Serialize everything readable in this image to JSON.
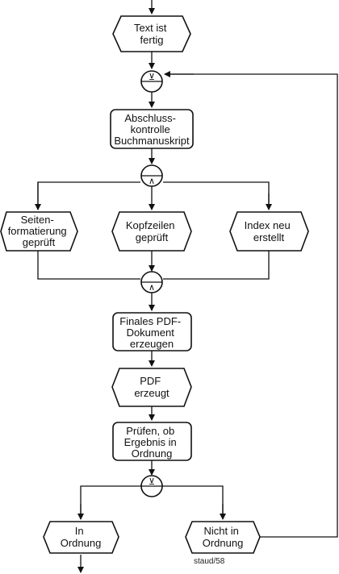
{
  "events": {
    "text_fertig": [
      "Text ist",
      "fertig"
    ],
    "seitenformatierung": [
      "Seiten-",
      "formatierung",
      "geprüft"
    ],
    "kopfzeilen": [
      "Kopfzeilen",
      "geprüft"
    ],
    "index": [
      "Index neu",
      "erstellt"
    ],
    "pdf_erzeugt": [
      "PDF",
      "erzeugt"
    ],
    "in_ordnung": [
      "In",
      "Ordnung"
    ],
    "nicht_in_ordnung": [
      "Nicht in",
      "Ordnung"
    ]
  },
  "functions": {
    "abschlusskontrolle": [
      "Abschluss-",
      "kontrolle",
      "Buchmanuskript"
    ],
    "finales_pdf": [
      "Finales PDF-",
      "Dokument",
      "erzeugen"
    ],
    "pruefen": [
      "Prüfen, ob",
      "Ergebnis in",
      "Ordnung"
    ]
  },
  "connectors": {
    "xor_join": "⊻",
    "and_split": "∧",
    "and_join": "∧",
    "xor_split": "⊻"
  },
  "footer": {
    "source_tag": "staud/58"
  }
}
